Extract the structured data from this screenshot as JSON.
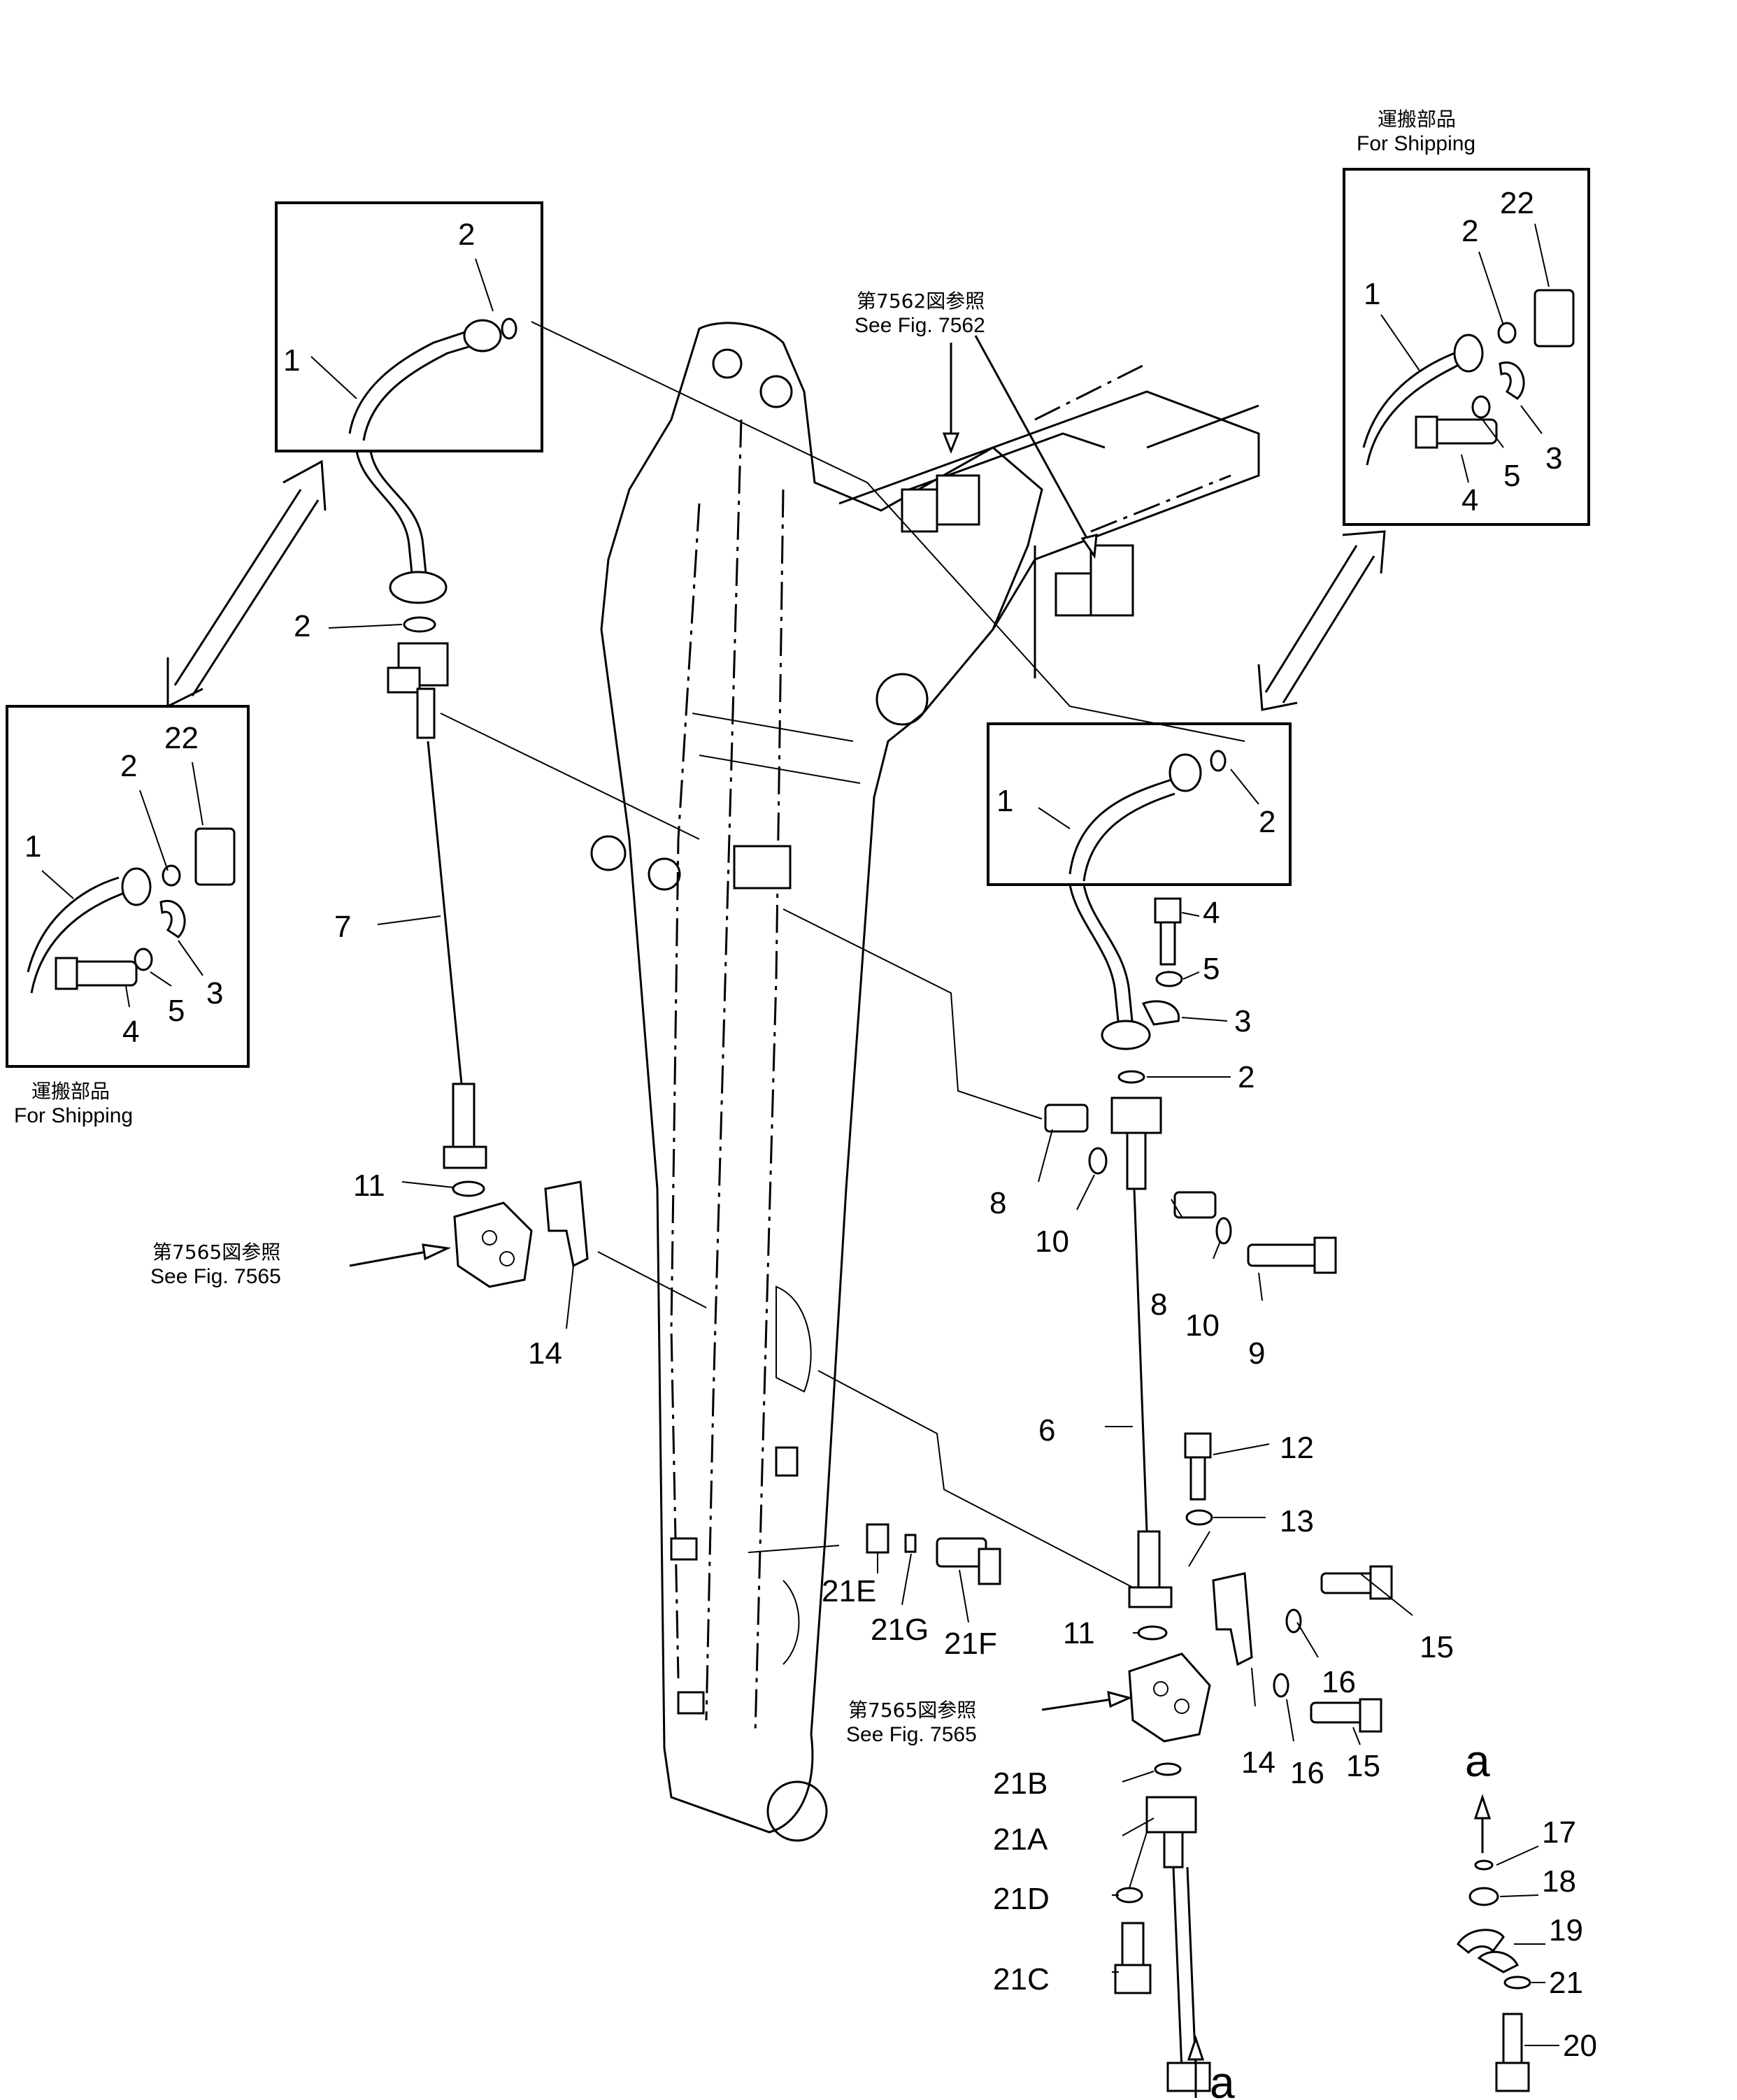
{
  "notes": {
    "for_shipping_jp": "運搬部品",
    "for_shipping_en": "For Shipping",
    "ref_7562_jp": "第7562図参照",
    "ref_7562_en": "See Fig. 7562",
    "ref_7565_jp": "第7565図参照",
    "ref_7565_en": "See Fig. 7565"
  },
  "callouts": {
    "c1": "1",
    "c2": "2",
    "c3": "3",
    "c4": "4",
    "c5": "5",
    "c6": "6",
    "c7": "7",
    "c8": "8",
    "c9": "9",
    "c10": "10",
    "c11": "11",
    "c12": "12",
    "c13": "13",
    "c14": "14",
    "c15": "15",
    "c16": "16",
    "c17": "17",
    "c18": "18",
    "c19": "19",
    "c20": "20",
    "c21": "21",
    "c22": "22",
    "c21A": "21A",
    "c21B": "21B",
    "c21C": "21C",
    "c21D": "21D",
    "c21E": "21E",
    "c21F": "21F",
    "c21G": "21G",
    "a": "a"
  }
}
